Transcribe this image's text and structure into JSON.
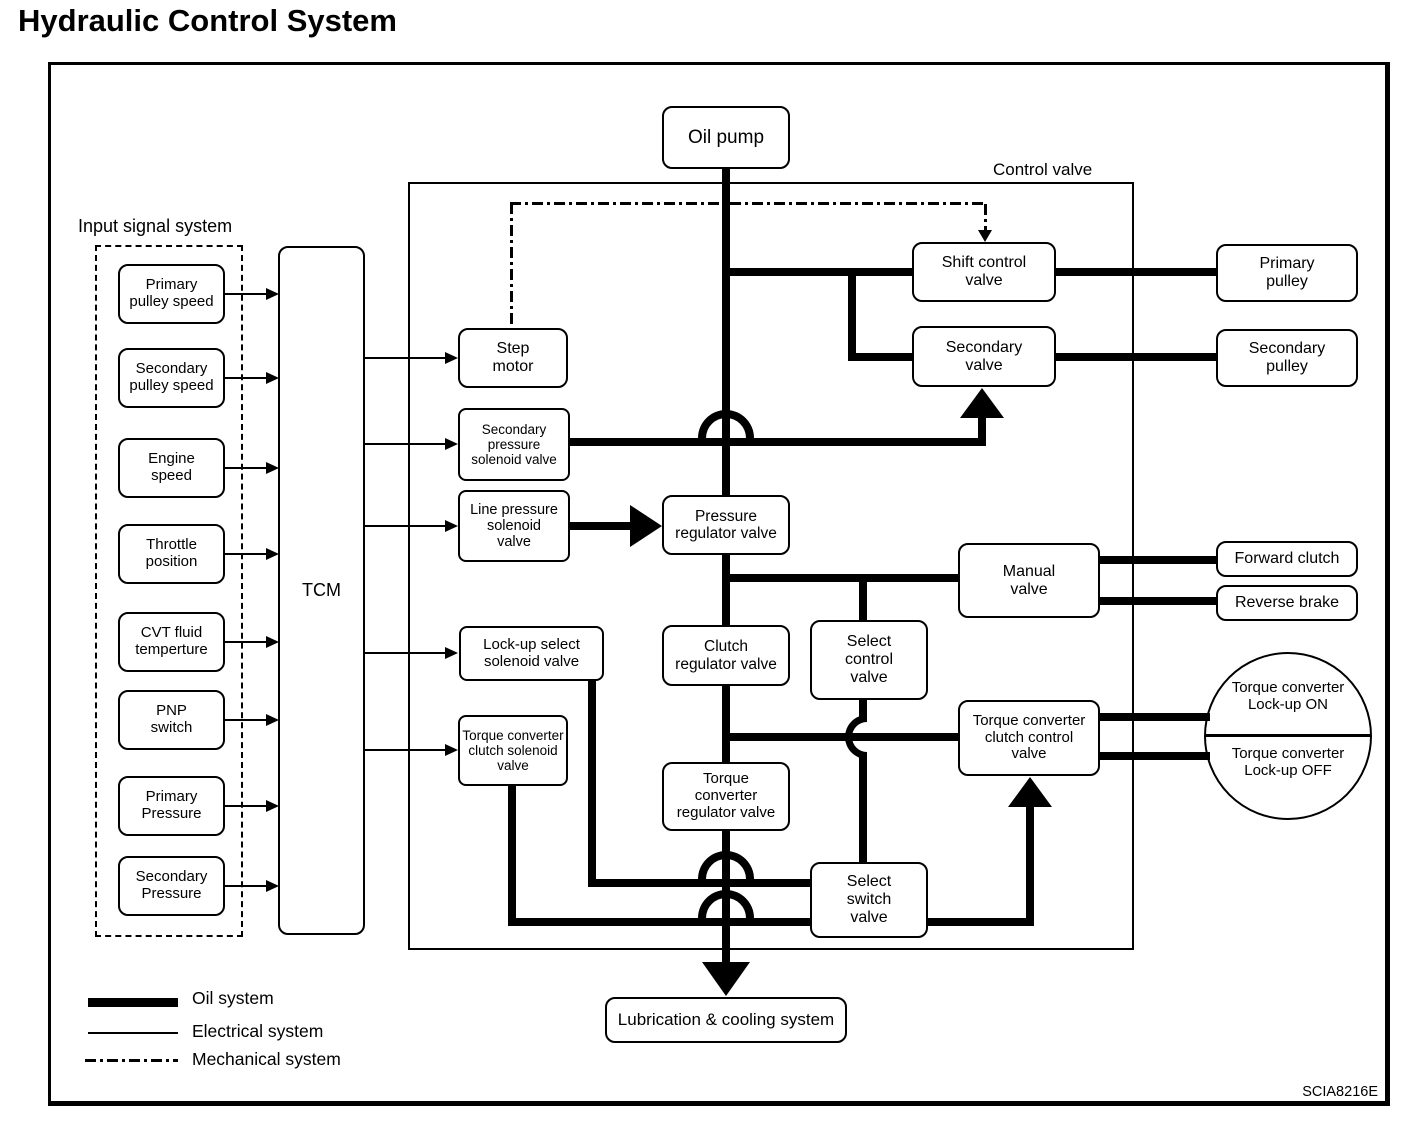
{
  "title": "Hydraulic Control System",
  "diagram_code": "SCIA8216E",
  "groups": {
    "input_signal_system": "Input signal system",
    "control_valve": "Control valve"
  },
  "nodes": {
    "oil_pump": "Oil pump",
    "tcm": "TCM",
    "primary_pulley_speed": "Primary\npulley speed",
    "secondary_pulley_speed": "Secondary\npulley speed",
    "engine_speed": "Engine\nspeed",
    "throttle_position": "Throttle\nposition",
    "cvt_fluid_temperture": "CVT fluid\ntemperture",
    "pnp_switch": "PNP\nswitch",
    "primary_pressure": "Primary\nPressure",
    "secondary_pressure": "Secondary\nPressure",
    "step_motor": "Step\nmotor",
    "secondary_pressure_solenoid_valve": "Secondary\npressure\nsolenoid valve",
    "line_pressure_solenoid_valve": "Line pressure\nsolenoid\nvalve",
    "lock_up_select_solenoid_valve": "Lock-up select\nsolenoid valve",
    "torque_converter_clutch_solenoid_valve": "Torque converter\nclutch solenoid\nvalve",
    "pressure_regulator_valve": "Pressure\nregulator valve",
    "clutch_regulator_valve": "Clutch\nregulator valve",
    "torque_converter_regulator_valve": "Torque\nconverter\nregulator valve",
    "shift_control_valve": "Shift control\nvalve",
    "secondary_valve": "Secondary\nvalve",
    "manual_valve": "Manual\nvalve",
    "select_control_valve": "Select\ncontrol\nvalve",
    "torque_converter_clutch_control_valve": "Torque converter\nclutch control\nvalve",
    "select_switch_valve": "Select\nswitch\nvalve",
    "primary_pulley": "Primary\npulley",
    "secondary_pulley": "Secondary\npulley",
    "forward_clutch": "Forward clutch",
    "reverse_brake": "Reverse brake",
    "torque_converter_lock_up_on": "Torque converter\nLock-up ON",
    "torque_converter_lock_up_off": "Torque converter\nLock-up OFF",
    "lubrication_cooling_system": "Lubrication & cooling system"
  },
  "legend": {
    "oil_system": "Oil system",
    "electrical_system": "Electrical system",
    "mechanical_system": "Mechanical system"
  },
  "colors": {
    "line": "#000000",
    "background": "#ffffff"
  }
}
